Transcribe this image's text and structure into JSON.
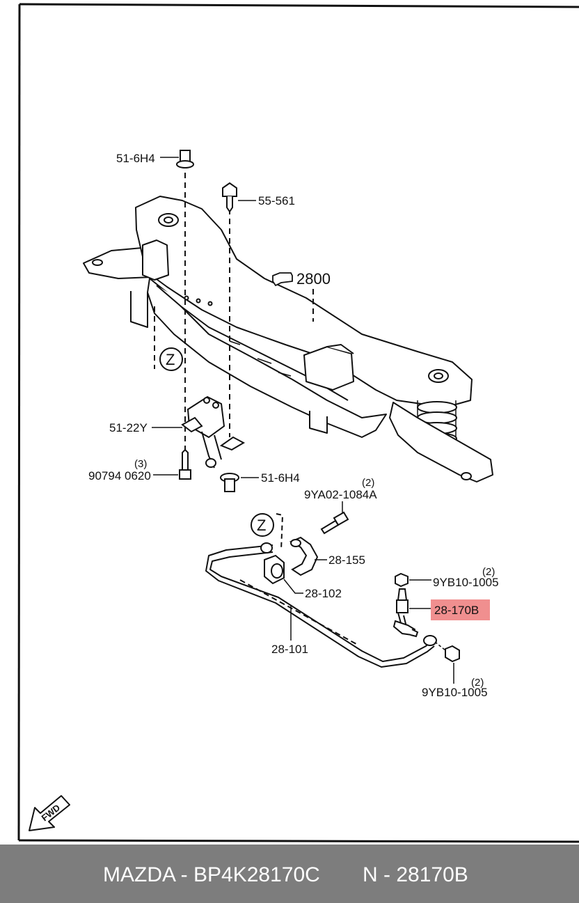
{
  "labels": {
    "top_nut": "51-6H4",
    "bolt_top": "55-561",
    "crossmember": "2800",
    "sensor": "51-22Y",
    "bolt_qty": "(3)",
    "bolt": "90794 0620",
    "nut_bottom": "51-6H4",
    "bracket_bolt_qty": "(2)",
    "bracket_bolt": "9YA02-1084A",
    "bracket": "28-155",
    "bushing": "28-102",
    "stabilizer": "28-101",
    "nut_upper_qty": "(2)",
    "nut_upper": "9YB10-1005",
    "link_highlight": "28-170B",
    "nut_lower_qty": "(2)",
    "nut_lower": "9YB10-1005",
    "z_marker_1": "Z",
    "z_marker_2": "Z",
    "fwd": "FWD"
  },
  "colors": {
    "highlight": "#f08f8f",
    "footer_bg": "#7d7d7d",
    "footer_text": "#ffffff"
  },
  "footer": {
    "brand_part": "MAZDA - BP4K28170C",
    "part_code": "N - 28170B"
  }
}
